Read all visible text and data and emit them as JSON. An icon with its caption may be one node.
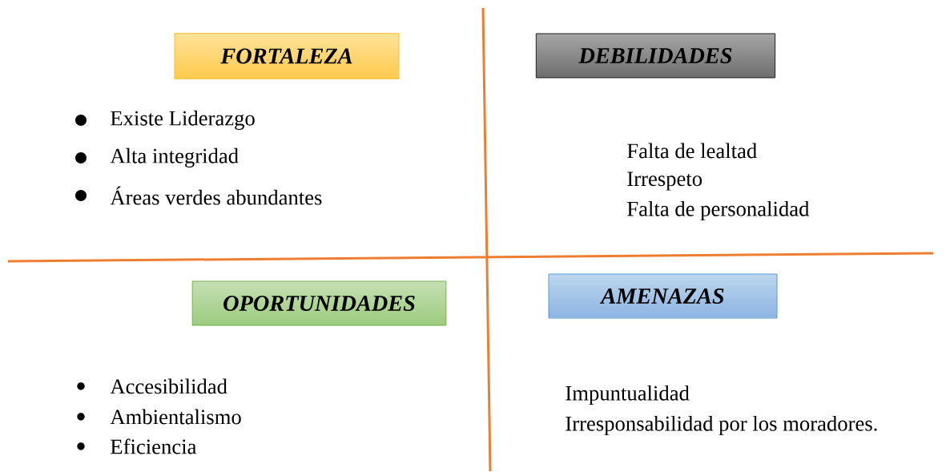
{
  "diagram": {
    "nodes": [
      {
        "text": [
          "FORTALEZA"
        ]
      },
      {
        "text": [
          "DEBILIDADES"
        ]
      },
      {
        "text": [
          "OPORTUNIDADES"
        ]
      },
      {
        "text": [
          "AMENAZAS"
        ]
      }
    ],
    "labels": [
      "Existe Liderazgo",
      "Alta integridad",
      "Áreas verdes abundantes",
      "Falta de lealtad",
      "Irrespeto",
      "Falta de personalidad",
      "Accesibilidad",
      "Ambientalismo",
      "Eficiencia",
      "Impuntualidad",
      "Irresponsabilidad por los moradores."
    ]
  }
}
